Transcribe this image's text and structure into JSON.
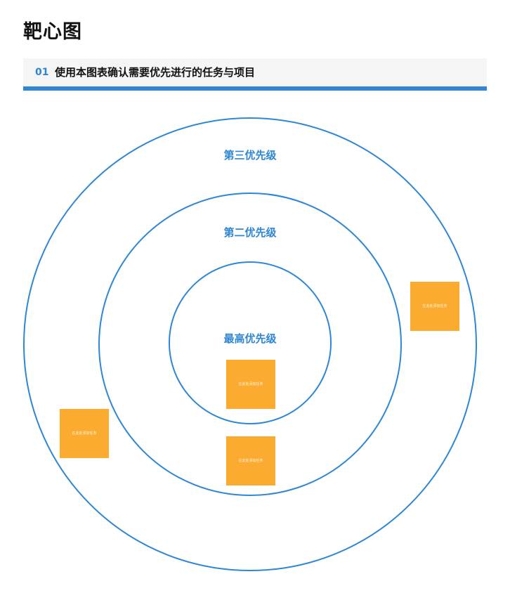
{
  "page": {
    "title": "靶心图"
  },
  "section": {
    "number": "01",
    "text": "使用本图表确认需要优先进行的任务与项目"
  },
  "target": {
    "ring_color": "#2e86d4",
    "rings": [
      {
        "label": "第三优先级"
      },
      {
        "label": "第二优先级"
      },
      {
        "label": "最高优先级"
      }
    ]
  },
  "tasks": {
    "note_color": "#fbab30",
    "items": [
      {
        "text": "在此处添加任务"
      },
      {
        "text": "在此处添加任务"
      },
      {
        "text": "在此处添加任务"
      },
      {
        "text": "在此处添加任务"
      }
    ]
  }
}
